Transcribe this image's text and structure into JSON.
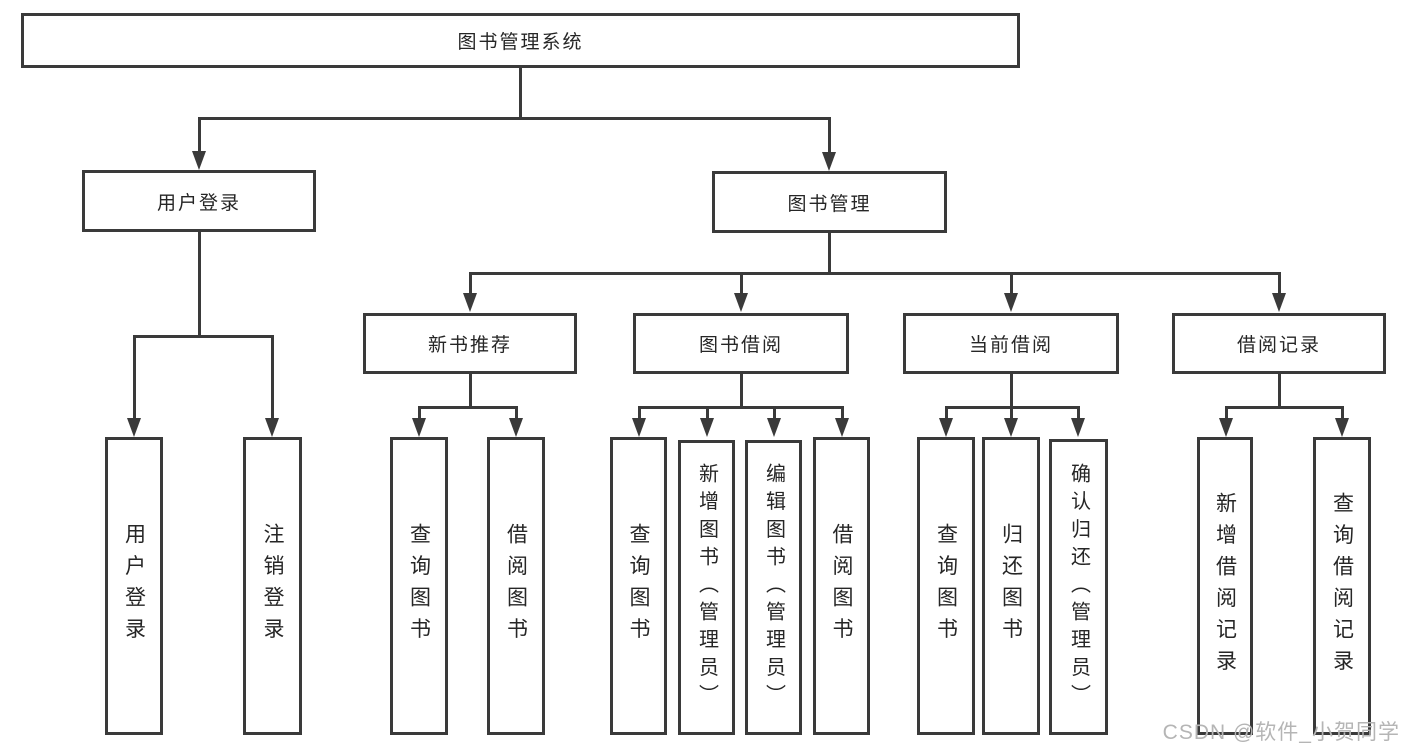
{
  "diagram": {
    "title": "图书管理系统",
    "nodes": {
      "root": "图书管理系统",
      "user_login": "用户登录",
      "book_mgmt": "图书管理",
      "new_books": "新书推荐",
      "book_borrow": "图书借阅",
      "current_borrow": "当前借阅",
      "borrow_records": "借阅记录",
      "leaves": {
        "user_login": [
          "用户登录",
          "注销登录"
        ],
        "new_books": [
          "查询图书",
          "借阅图书"
        ],
        "book_borrow": [
          "查询图书",
          "新增图书（管理员）",
          "编辑图书（管理员）",
          "借阅图书"
        ],
        "current_borrow": [
          "查询图书",
          "归还图书",
          "确认归还（管理员）"
        ],
        "borrow_records": [
          "新增借阅记录",
          "查询借阅记录"
        ]
      }
    },
    "colors": {
      "line": "#3a3a3a",
      "text": "#262626",
      "watermark": "#b5b5b5"
    }
  },
  "watermark": "CSDN @软件_小贺同学"
}
